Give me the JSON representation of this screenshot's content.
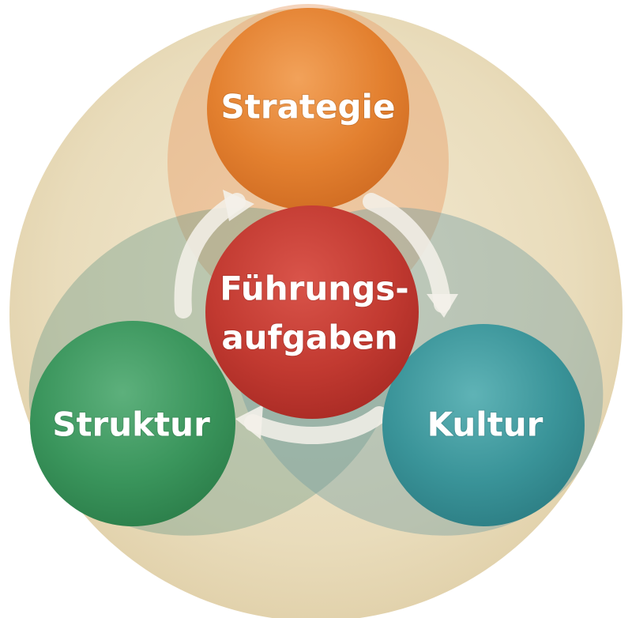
{
  "diagram": {
    "center": {
      "line1": "Führungs-",
      "line2": "aufgaben",
      "color": "#c63a30"
    },
    "nodes": [
      {
        "key": "strategie",
        "label": "Strategie",
        "color": "#e8893b"
      },
      {
        "key": "kultur",
        "label": "Kultur",
        "color": "#3f9aa0"
      },
      {
        "key": "struktur",
        "label": "Struktur",
        "color": "#3a9a60"
      }
    ],
    "background_color": "#ece0c2",
    "arrow_color": "#f4f1ea"
  }
}
